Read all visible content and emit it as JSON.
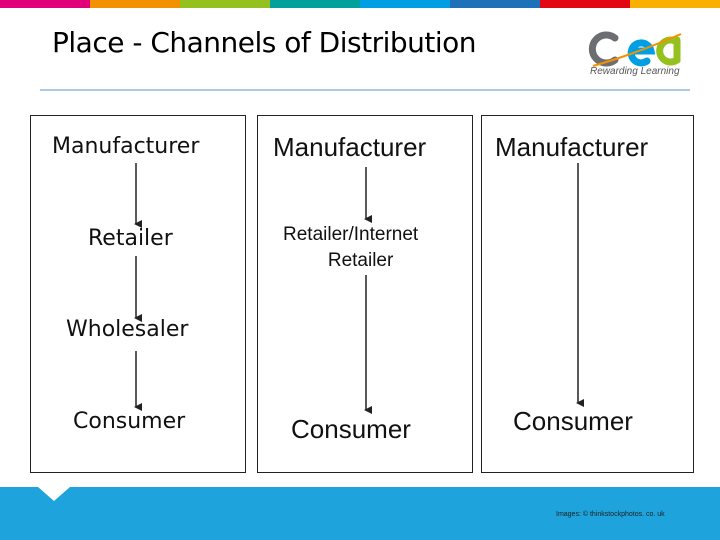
{
  "header": {
    "title": "Place - Channels of Distribution",
    "logo_tagline": "Rewarding Learning",
    "stripe_colors": [
      "#e2007a",
      "#f39200",
      "#95c11f",
      "#00a19a",
      "#009fe3",
      "#1d71b8",
      "#e30613",
      "#f9b000"
    ]
  },
  "columns": [
    {
      "top": "Manufacturer",
      "middle": [
        "Retailer",
        "Wholesaler"
      ],
      "bottom": "Consumer"
    },
    {
      "top": "Manufacturer",
      "middle": [
        "Retailer/Internet",
        "Retailer"
      ],
      "bottom": "Consumer"
    },
    {
      "top": "Manufacturer",
      "bottom": "Consumer"
    }
  ],
  "footer": {
    "credit": "Images: © thinkstockphotos. co. uk",
    "bar_color": "#1ea3dc"
  }
}
